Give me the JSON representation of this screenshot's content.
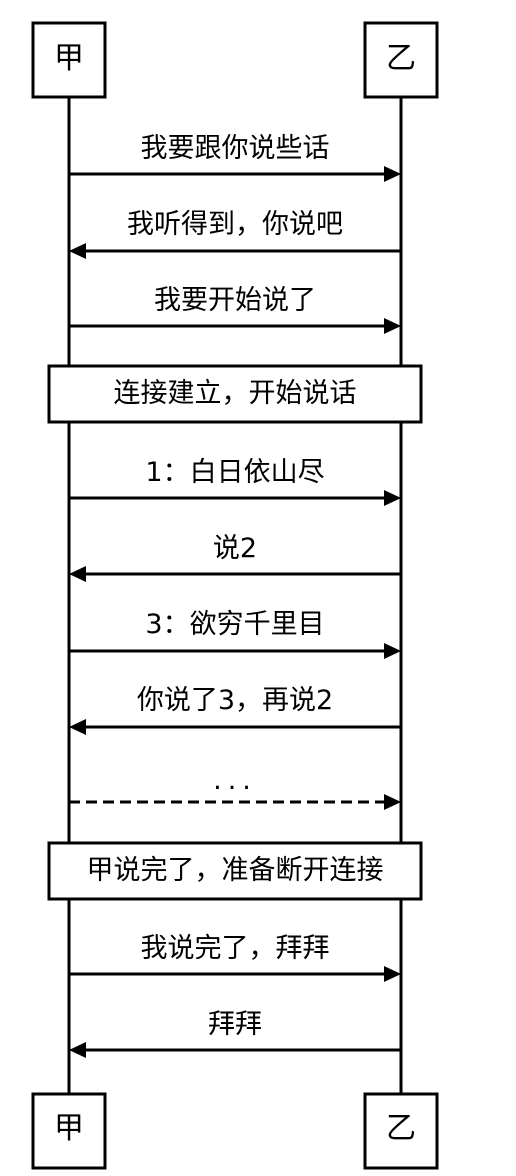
{
  "participants": {
    "left": {
      "name": "甲"
    },
    "right": {
      "name": "乙"
    }
  },
  "messages": [
    {
      "text": "我要跟你说些话",
      "direction": "right",
      "style": "solid"
    },
    {
      "text": "我听得到，你说吧",
      "direction": "left",
      "style": "solid"
    },
    {
      "text": "我要开始说了",
      "direction": "right",
      "style": "solid"
    },
    {
      "text": "1：白日依山尽",
      "direction": "right",
      "style": "solid"
    },
    {
      "text": "说2",
      "direction": "left",
      "style": "solid"
    },
    {
      "text": "3：欲穷千里目",
      "direction": "right",
      "style": "solid"
    },
    {
      "text": "你说了3，再说2",
      "direction": "left",
      "style": "solid"
    },
    {
      "text": "...",
      "direction": "right",
      "style": "dashed"
    },
    {
      "text": "我说完了，拜拜",
      "direction": "right",
      "style": "solid"
    },
    {
      "text": "拜拜",
      "direction": "left",
      "style": "solid"
    }
  ],
  "notes": [
    {
      "text": "连接建立，开始说话"
    },
    {
      "text": "甲说完了，准备断开连接"
    }
  ],
  "colors": {
    "stroke": "#000000",
    "background": "#ffffff"
  }
}
